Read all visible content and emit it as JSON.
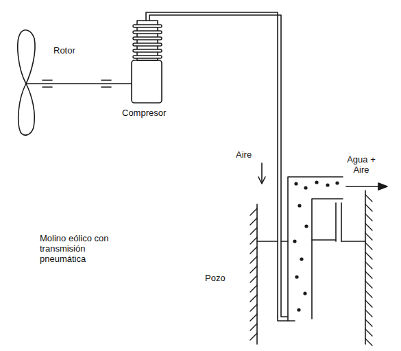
{
  "diagram": {
    "labels": [
      "Rotor",
      "Compresor",
      "Aire",
      "Agua + Aire",
      "Pozo",
      "Molino eólico con transmisión pneumática"
    ]
  }
}
